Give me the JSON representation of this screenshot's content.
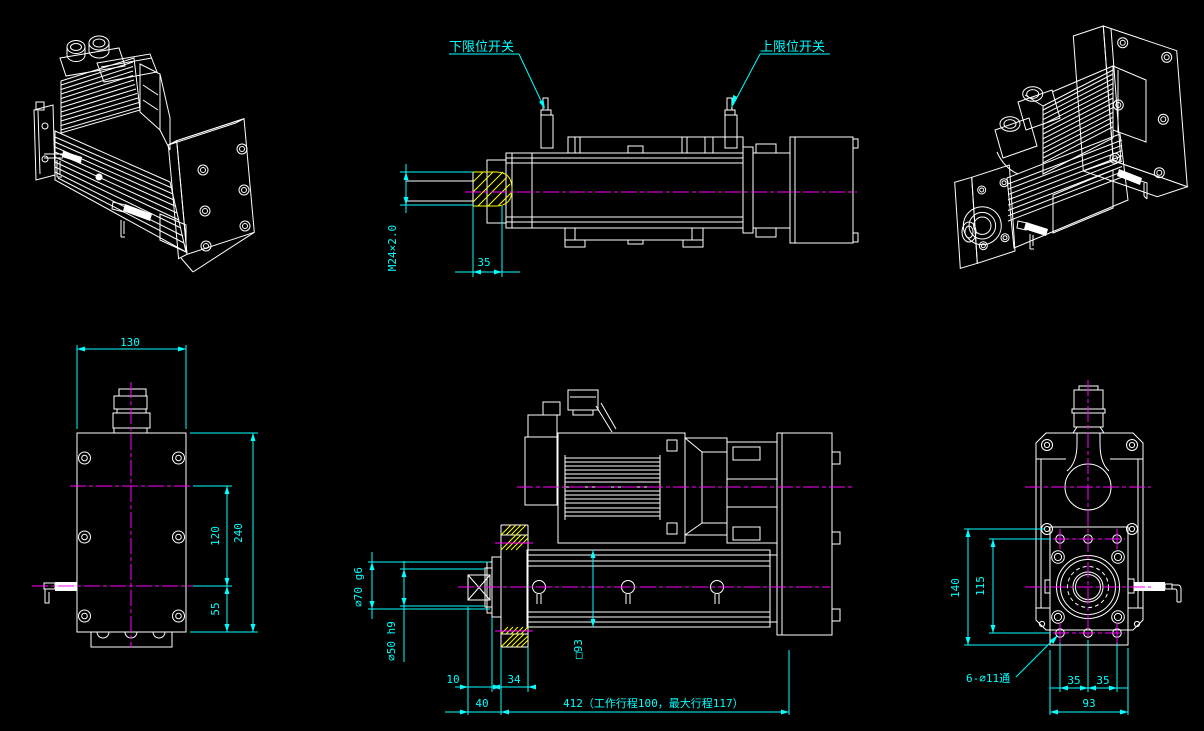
{
  "drawing": {
    "background": "#000000",
    "colors": {
      "geometry": "#FFFFFF",
      "dimensions": "#00FFFF",
      "centerlines": "#FF00FF",
      "hatch": "#FFFF00"
    },
    "top_center_view": {
      "label_lower_switch": "下限位开关",
      "label_upper_switch": "上限位开关",
      "dim_thread": "M24×2.0",
      "dim_nose_length": "35"
    },
    "bottom_left_view": {
      "dim_width": "130",
      "dim_height": "240",
      "dim_center": "120",
      "dim_bottom": "55"
    },
    "bottom_center_view": {
      "dim_flange": "⌀70 g6",
      "dim_rod": "⌀50 h9",
      "dim_body": "□93",
      "dim_rod_end": "10",
      "dim_nut": "34",
      "dim_front": "40",
      "dim_length": "412（工作行程100，最大行程117）"
    },
    "bottom_right_view": {
      "dim_height": "140",
      "dim_holes_v": "115",
      "label_holes": "6-⌀11通",
      "dim_hole_left": "35",
      "dim_hole_right": "35",
      "dim_holes_h": "93"
    }
  }
}
